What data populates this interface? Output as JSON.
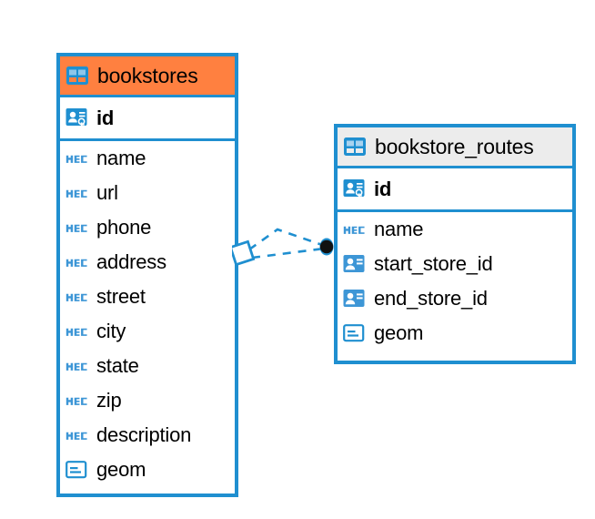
{
  "diagram": {
    "type": "entity-relationship-diagram",
    "background_color": "#ffffff",
    "accent_color": "#1f8fd0",
    "highlight_color": "#ff8040",
    "header_grey": "#ececec"
  },
  "entities": [
    {
      "name": "bookstores",
      "header_icon": "table-icon",
      "header_style": "orange",
      "primary_keys": [
        {
          "label": "id",
          "icon": "primary-key-icon",
          "type": "pk"
        }
      ],
      "fields": [
        {
          "label": "name",
          "icon": "text-abc-icon",
          "type": "text"
        },
        {
          "label": "url",
          "icon": "text-abc-icon",
          "type": "text"
        },
        {
          "label": "phone",
          "icon": "text-abc-icon",
          "type": "text"
        },
        {
          "label": "address",
          "icon": "text-abc-icon",
          "type": "text"
        },
        {
          "label": "street",
          "icon": "text-abc-icon",
          "type": "text"
        },
        {
          "label": "city",
          "icon": "text-abc-icon",
          "type": "text"
        },
        {
          "label": "state",
          "icon": "text-abc-icon",
          "type": "text"
        },
        {
          "label": "zip",
          "icon": "text-abc-icon",
          "type": "text"
        },
        {
          "label": "description",
          "icon": "text-abc-icon",
          "type": "text"
        },
        {
          "label": "geom",
          "icon": "geometry-icon",
          "type": "geometry"
        }
      ]
    },
    {
      "name": "bookstore_routes",
      "header_icon": "table-icon",
      "header_style": "grey",
      "primary_keys": [
        {
          "label": "id",
          "icon": "primary-key-icon",
          "type": "pk"
        }
      ],
      "fields": [
        {
          "label": "name",
          "icon": "text-abc-icon",
          "type": "text"
        },
        {
          "label": "start_store_id",
          "icon": "foreign-key-icon",
          "type": "fk"
        },
        {
          "label": "end_store_id",
          "icon": "foreign-key-icon",
          "type": "fk"
        },
        {
          "label": "geom",
          "icon": "geometry-icon",
          "type": "geometry"
        }
      ]
    }
  ],
  "relationship": {
    "name": "bookstores-to-bookstore-routes",
    "line_style": "dashed",
    "line_color": "#1f8fd0",
    "source_marker": "diamond-outline",
    "target_marker": "filled-circle",
    "target_marker_color": "#111111"
  }
}
